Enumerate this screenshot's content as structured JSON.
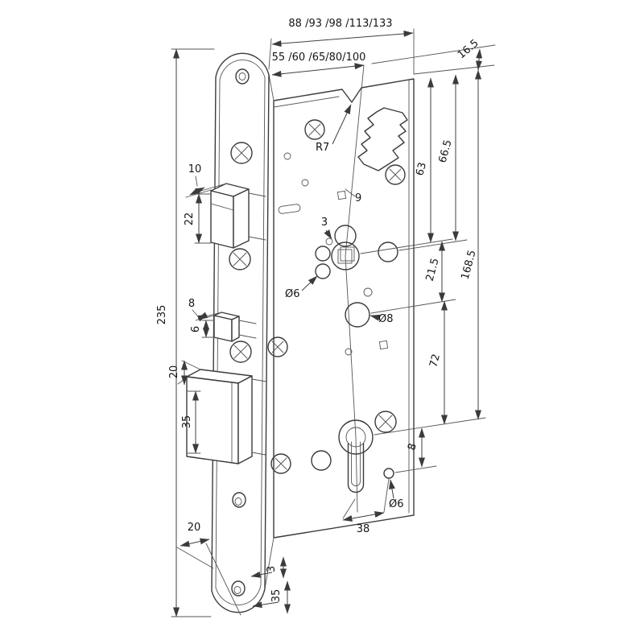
{
  "colors": {
    "line": "#3b3b3b",
    "background": "#ffffff"
  },
  "labels": {
    "overall_widths": "88 /93 /98 /113/133",
    "backsets": "55 /60 /65/80/100",
    "edge_offset": "16.5",
    "radius_r7": "R7",
    "dim_66_5": "66.5",
    "dim_63": "63",
    "dim_9": "9",
    "dim_3_follower": "3",
    "dia_6_follower": "Ø6",
    "dia_8": "Ø8",
    "dim_21_5": "21.5",
    "dim_168_5": "168.5",
    "dim_72": "72",
    "dim_8_cylinder": "8",
    "dim_235": "235",
    "dim_10_latch": "10",
    "dim_22_latch": "22",
    "dim_8_aux": "8",
    "dim_6_aux": "6",
    "dim_20_deadbolt": "20",
    "dim_35_deadbolt": "35",
    "dim_20_plate": "20",
    "dim_3_plate": "3",
    "dim_35_plate": "35",
    "dim_38_cylinder": "38",
    "dia_6_bottom": "Ø6"
  }
}
